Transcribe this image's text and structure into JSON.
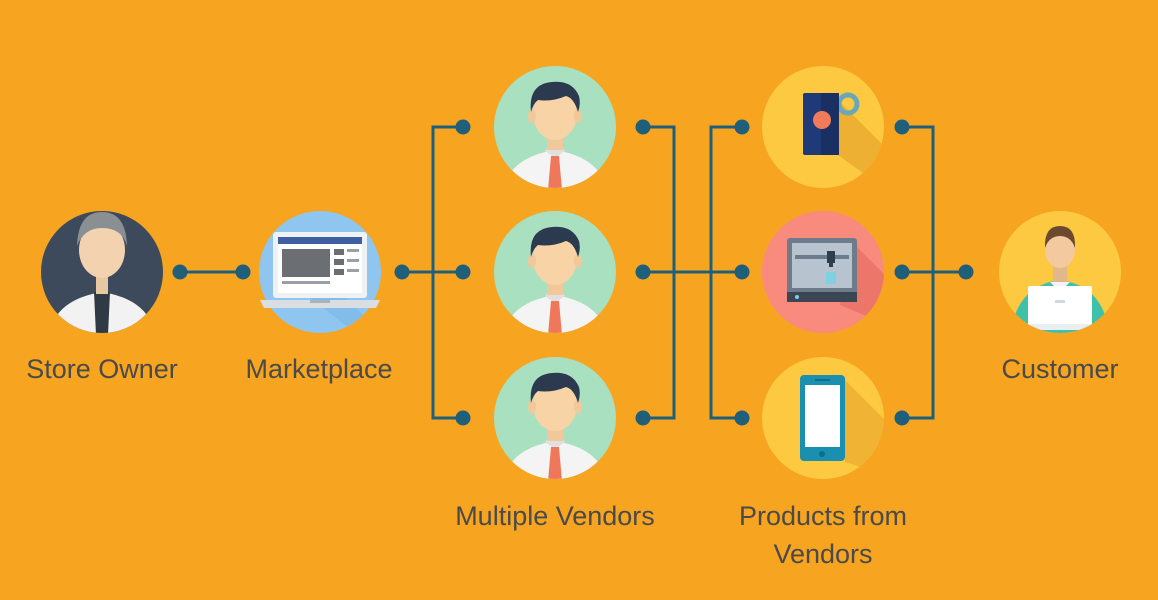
{
  "colors": {
    "background": "#f7a420",
    "connector": "#1f5f7a",
    "label_text": "#4a4a4a",
    "person_circle": "#3c4a5c",
    "vendor_circle": "#a8e0c0",
    "product_mug_circle": "#fcc940",
    "product_printer_circle": "#f88a7e",
    "product_phone_circle": "#fcc940",
    "customer_circle": "#fcc940",
    "laptop_circle": "#8ec6ef"
  },
  "labels": {
    "store_owner": "Store Owner",
    "marketplace": "Marketplace",
    "multiple_vendors": "Multiple Vendors",
    "products_line1": "Products from",
    "products_line2": "Vendors",
    "customer": "Customer"
  },
  "nodes": [
    {
      "id": "store-owner",
      "icon": "store-owner-avatar-icon"
    },
    {
      "id": "marketplace",
      "icon": "laptop-marketplace-icon"
    },
    {
      "id": "vendor-1",
      "icon": "vendor-avatar-icon"
    },
    {
      "id": "vendor-2",
      "icon": "vendor-avatar-icon"
    },
    {
      "id": "vendor-3",
      "icon": "vendor-avatar-icon"
    },
    {
      "id": "product-1",
      "icon": "mug-icon"
    },
    {
      "id": "product-2",
      "icon": "3d-printer-icon"
    },
    {
      "id": "product-3",
      "icon": "smartphone-icon"
    },
    {
      "id": "customer",
      "icon": "customer-laptop-icon"
    }
  ]
}
